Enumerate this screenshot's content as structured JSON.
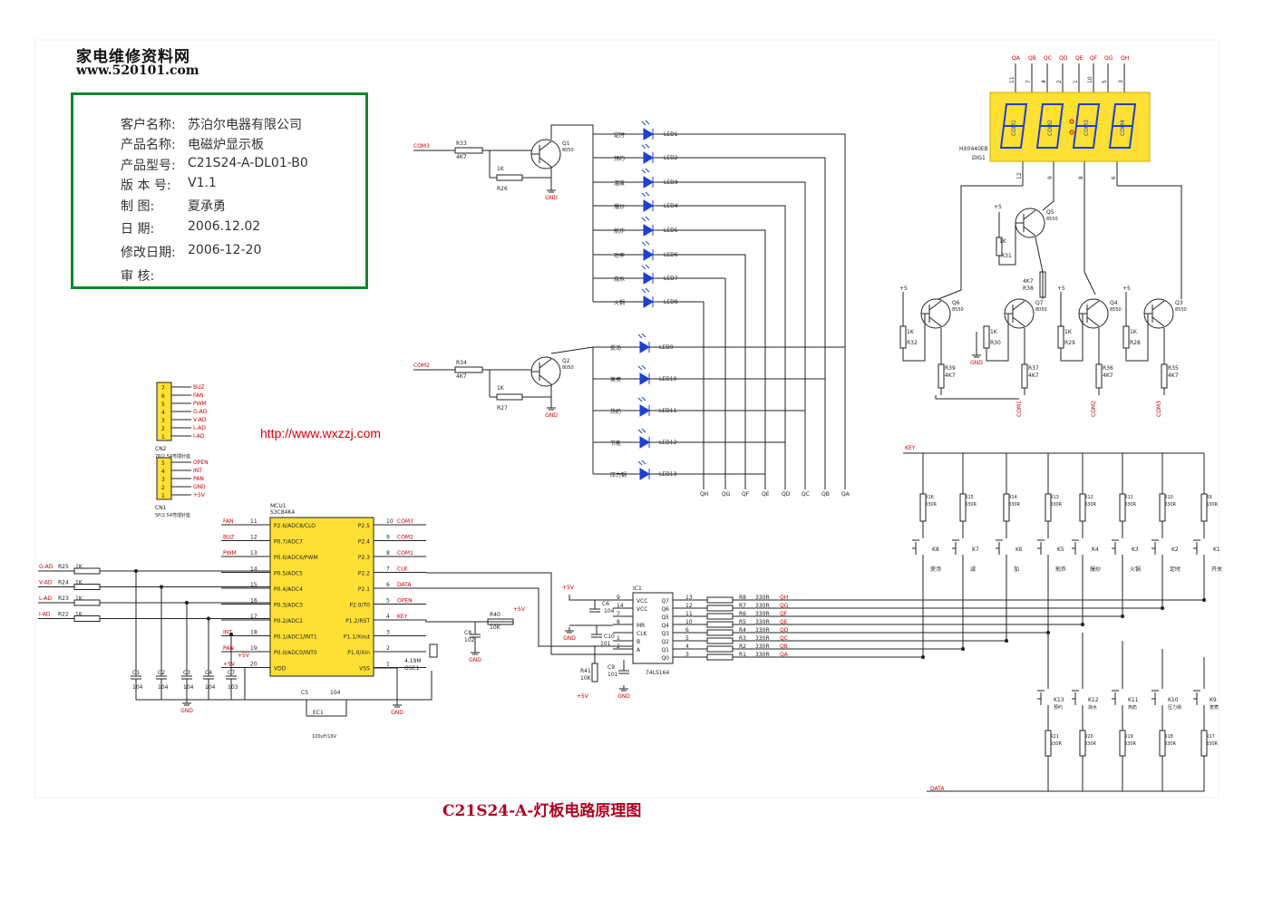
{
  "header": {
    "logo_cn": "家电维修资料网",
    "logo_url": "www.520101.com"
  },
  "info": [
    {
      "label": "客户名称:",
      "value": "苏泊尔电器有限公司"
    },
    {
      "label": "产品名称:",
      "value": "电磁炉显示板"
    },
    {
      "label": "产品型号:",
      "value": "C21S24-A-DL01-B0"
    },
    {
      "label": "版 本 号:",
      "value": "V1.1"
    },
    {
      "label": "制    图:",
      "value": "夏承勇"
    },
    {
      "label": "日    期:",
      "value": "2006.12.02"
    },
    {
      "label": "修改日期:",
      "value": "2006-12-20"
    },
    {
      "label": "审    核:",
      "value": ""
    }
  ],
  "website": "http://www.wxzzj.com",
  "title": "C21S24-A-灯板电路原理图",
  "leds_top": [
    {
      "ref": "LED1",
      "name": "定时"
    },
    {
      "ref": "LED2",
      "name": "预约"
    },
    {
      "ref": "LED3",
      "name": "温度"
    },
    {
      "ref": "LED4",
      "name": "爆炒"
    },
    {
      "ref": "LED5",
      "name": "煎炸"
    },
    {
      "ref": "LED6",
      "name": "功率"
    },
    {
      "ref": "LED7",
      "name": "烧水"
    },
    {
      "ref": "LED8",
      "name": "火锅"
    }
  ],
  "leds_bottom": [
    {
      "ref": "LED9",
      "name": "煲汤"
    },
    {
      "ref": "LED10",
      "name": "蒸煮"
    },
    {
      "ref": "LED11",
      "name": "热奶"
    },
    {
      "ref": "LED12",
      "name": "节能"
    },
    {
      "ref": "LED13",
      "name": "压力锅"
    }
  ],
  "bus_labels": [
    "QH",
    "QG",
    "QF",
    "QE",
    "QD",
    "QC",
    "QB",
    "QA"
  ],
  "q1": {
    "ref": "Q1",
    "type": "8050",
    "com": "COM3",
    "r_base": "R33",
    "r_base_val": "4K7",
    "r_pull": "R26",
    "r_pull_val": "1K",
    "gnd": "GND"
  },
  "q2": {
    "ref": "Q2",
    "type": "8050",
    "com": "COM2",
    "r_base": "R34",
    "r_base_val": "4K7",
    "r_pull": "R27",
    "r_pull_val": "1K",
    "gnd": "GND"
  },
  "display": {
    "ref": "DIG1",
    "part": "HX0440EB",
    "top_pins": [
      "QA",
      "QB",
      "QC",
      "QD",
      "QE",
      "QF",
      "QG",
      "QH"
    ],
    "top_pin_nums": [
      "11",
      "7",
      "4",
      "2",
      "1",
      "10",
      "5",
      "3"
    ],
    "digits": [
      "COM1",
      "COM2",
      "COM3",
      "COM4"
    ],
    "bottom_pin_nums": [
      "12",
      "9",
      "8",
      "6"
    ]
  },
  "q5": {
    "ref": "Q5",
    "type": "8550",
    "r": "R31",
    "rv": "1K",
    "r2": "R38",
    "rv2": "4K7",
    "supply": "+5"
  },
  "drivers": [
    {
      "ref": "Q6",
      "type": "8550",
      "r1": "R32",
      "rv1": "1K",
      "r2": "R39",
      "rv2": "4K7",
      "supply": "+5",
      "com": ""
    },
    {
      "ref": "Q7",
      "type": "8050",
      "r1": "R30",
      "rv1": "1K",
      "r2": "R37",
      "rv2": "4K7",
      "supply": "",
      "com": "COM1"
    },
    {
      "ref": "Q4",
      "type": "8550",
      "r1": "R29",
      "rv1": "1K",
      "r2": "R36",
      "rv2": "4K7",
      "supply": "+5",
      "com": "COM2"
    },
    {
      "ref": "Q3",
      "type": "8550",
      "r1": "R28",
      "rv1": "1K",
      "r2": "R35",
      "rv2": "4K7",
      "supply": "+5",
      "com": "COM3"
    }
  ],
  "cn2": {
    "ref": "CN2",
    "desc": "7P/2.54弯插针座",
    "pins": [
      "7",
      "6",
      "5",
      "4",
      "3",
      "2",
      "1"
    ],
    "nets": [
      "BUZ",
      "FAN",
      "PWM",
      "G-AD",
      "V-AD",
      "L-AD",
      "I-AD"
    ]
  },
  "cn1": {
    "ref": "CN1",
    "desc": "5P/2.54弯插针座",
    "pins": [
      "5",
      "4",
      "3",
      "2",
      "1"
    ],
    "nets": [
      "OPEN",
      "INT",
      "PAN",
      "GND",
      "+5V"
    ]
  },
  "mcu": {
    "ref": "MCU1",
    "part": "S3C84K4",
    "left_pins": [
      {
        "num": "11",
        "name": "P2.6/ADC8/CLO",
        "net": "FAN"
      },
      {
        "num": "12",
        "name": "P0.7/ADC7",
        "net": "BUZ"
      },
      {
        "num": "13",
        "name": "P0.6/ADC6/PWM",
        "net": "PWM"
      },
      {
        "num": "14",
        "name": "P0.5/ADC5",
        "net": ""
      },
      {
        "num": "15",
        "name": "P0.4/ADC4",
        "net": ""
      },
      {
        "num": "16",
        "name": "P0.3/ADC3",
        "net": ""
      },
      {
        "num": "17",
        "name": "P0.2/ADC2",
        "net": ""
      },
      {
        "num": "18",
        "name": "P0.1/ADC1/INT1",
        "net": "INT"
      },
      {
        "num": "19",
        "name": "P0.0/ADC0/INT0",
        "net": "PAN"
      },
      {
        "num": "20",
        "name": "VDD",
        "net": "+5V"
      }
    ],
    "right_pins": [
      {
        "num": "10",
        "name": "P2.5",
        "net": "COM3"
      },
      {
        "num": "9",
        "name": "P2.4",
        "net": "COM2"
      },
      {
        "num": "8",
        "name": "P2.3",
        "net": "COM1"
      },
      {
        "num": "7",
        "name": "P2.2",
        "net": "CLK"
      },
      {
        "num": "6",
        "name": "P2.1",
        "net": "DATA"
      },
      {
        "num": "5",
        "name": "P2.0/T0",
        "net": "OPEN"
      },
      {
        "num": "4",
        "name": "P1.2/RST",
        "net": "KEY"
      },
      {
        "num": "3",
        "name": "P1.1/Xout",
        "net": ""
      },
      {
        "num": "2",
        "name": "P1.0/Xin",
        "net": ""
      },
      {
        "num": "1",
        "name": "VSS",
        "net": ""
      }
    ]
  },
  "adc_inputs": [
    {
      "net": "G-AD",
      "ref": "R25",
      "val": "1K"
    },
    {
      "net": "V-AD",
      "ref": "R24",
      "val": "1K"
    },
    {
      "net": "L-AD",
      "ref": "R23",
      "val": "1K"
    },
    {
      "net": "I-AD",
      "ref": "R22",
      "val": "1K"
    }
  ],
  "caps_adc": [
    {
      "ref": "C1",
      "val": "104"
    },
    {
      "ref": "C2",
      "val": "104"
    },
    {
      "ref": "C3",
      "val": "104"
    },
    {
      "ref": "C4",
      "val": "104"
    },
    {
      "ref": "C7",
      "val": "103"
    }
  ],
  "misc": {
    "c5": "C5",
    "c5v": "104",
    "ec1": "EC1",
    "ec1v": "100uF/16V",
    "osc": "OSC1",
    "osc_val": "4.19M",
    "r40": "R40",
    "r40v": "10K",
    "c8": "C8",
    "c8v": "102",
    "gnd": "GND",
    "p5v": "+5V"
  },
  "ic1": {
    "ref": "IC1",
    "part": "74LS164",
    "left": [
      {
        "num": "9",
        "name": "VCC"
      },
      {
        "num": "14",
        "name": "VCC"
      },
      {
        "num": "7",
        "name": ""
      },
      {
        "num": "8",
        "name": "MR"
      },
      {
        "num": "",
        "name": "CLK"
      },
      {
        "num": "1",
        "name": "B"
      },
      {
        "num": "2",
        "name": "A"
      }
    ],
    "right_names": [
      "Q7",
      "Q6",
      "Q5",
      "Q4",
      "Q3",
      "Q2",
      "Q1",
      "Q0"
    ],
    "right_nums": [
      "13",
      "12",
      "11",
      "10",
      "6",
      "5",
      "4",
      "3"
    ],
    "c6": "C6",
    "c6v": "104",
    "c10": "C10",
    "c10v": "101",
    "c9": "C9",
    "c9v": "101",
    "r41": "R41",
    "r41v": "10K",
    "p5v": "+5V"
  },
  "out_resistors": [
    {
      "ref": "R8",
      "val": "330R",
      "net": "QH"
    },
    {
      "ref": "R7",
      "val": "330R",
      "net": "QG"
    },
    {
      "ref": "R6",
      "val": "330R",
      "net": "QF"
    },
    {
      "ref": "R5",
      "val": "330R",
      "net": "QE"
    },
    {
      "ref": "R4",
      "val": "330R",
      "net": "QD"
    },
    {
      "ref": "R3",
      "val": "330R",
      "net": "QC"
    },
    {
      "ref": "R2",
      "val": "330R",
      "net": "QB"
    },
    {
      "ref": "R1",
      "val": "330R",
      "net": "QA"
    }
  ],
  "keys_top": [
    {
      "rref": "R16",
      "rval": "330R",
      "key": "K8",
      "name": "煲汤"
    },
    {
      "rref": "R15",
      "rval": "330R",
      "key": "K7",
      "name": "减"
    },
    {
      "rref": "R14",
      "rval": "330R",
      "key": "K6",
      "name": "加"
    },
    {
      "rref": "R13",
      "rval": "330R",
      "key": "K5",
      "name": "煎炸"
    },
    {
      "rref": "R12",
      "rval": "330R",
      "key": "K4",
      "name": "爆炒"
    },
    {
      "rref": "R11",
      "rval": "330R",
      "key": "K3",
      "name": "火锅"
    },
    {
      "rref": "R10",
      "rval": "330R",
      "key": "K2",
      "name": "定时"
    },
    {
      "rref": "R9",
      "rval": "330R",
      "key": "K1",
      "name": "开关"
    }
  ],
  "keys_bottom": [
    {
      "rref": "R21",
      "rval": "330R",
      "key": "K13",
      "name": "预约"
    },
    {
      "rref": "R20",
      "rval": "330R",
      "key": "K12",
      "name": "烧水"
    },
    {
      "rref": "R19",
      "rval": "330R",
      "key": "K11",
      "name": "热奶"
    },
    {
      "rref": "R18",
      "rval": "330R",
      "key": "K10",
      "name": "压力锅"
    },
    {
      "rref": "R17",
      "rval": "330R",
      "key": "K9",
      "name": "蒸煮"
    }
  ],
  "nets": {
    "key": "KEY",
    "data": "DATA",
    "com3": "COM3",
    "com2": "COM2"
  }
}
